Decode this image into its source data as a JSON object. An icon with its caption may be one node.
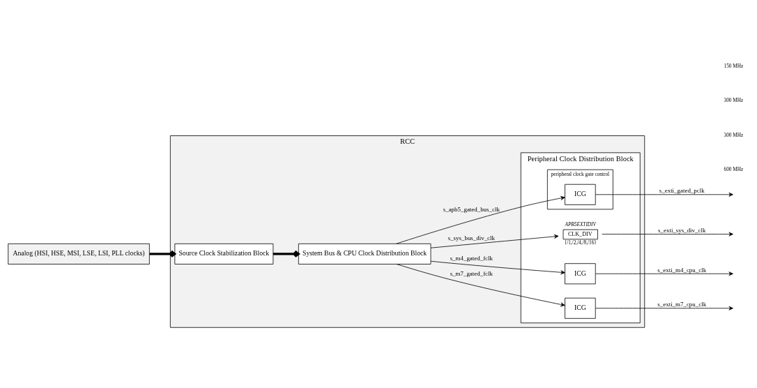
{
  "diagram": {
    "nodes": [
      {
        "text": [
          "RCC"
        ]
      },
      {
        "text": [
          "Peripheral Clock Distribution Block"
        ],
        "in": 0
      },
      {
        "text": [
          "Analog (HSI, HSE, MSI, LSE, LSI, PLL clocks)"
        ]
      },
      {
        "text": [
          "Source Clock Stabilization Block"
        ],
        "in": 0
      },
      {
        "text": [
          "System Bus & CPU Clock Distribution Block"
        ],
        "in": 0
      },
      {
        "text": [
          "ICG"
        ],
        "in": 1
      },
      {
        "text": [
          "ICG"
        ],
        "in": 1
      },
      {
        "text": [
          "CLK_DIV"
        ],
        "in": 1,
        "beside": [
          "APB5EXTIDIV",
          "{/1,/2,/4,/8,/16}"
        ]
      },
      {
        "text": [
          "peripheral clock gate control"
        ],
        "in": 1
      },
      {
        "text": [
          "ICG"
        ],
        "in": 8
      }
    ],
    "edges": [
      {
        "from": 2,
        "to": 3,
        "arrow": "to",
        "style": "thick"
      },
      {
        "from": 3,
        "to": 4,
        "arrow": "to",
        "style": "thick"
      },
      {
        "from": 4,
        "to": 5,
        "arrow": "to",
        "label": "s_m7_gated_fclk"
      },
      {
        "from": 4,
        "to": 6,
        "arrow": "to",
        "label": "s_m4_gated_fclk"
      },
      {
        "from": 4,
        "to": 7,
        "arrow": "to",
        "label": "s_sys_bus_div_clk"
      },
      {
        "from": 4,
        "to": 9,
        "arrow": "to",
        "label": "s_apb5_gated_bus_clk"
      },
      {
        "from": 5,
        "to": null,
        "arrow": "to",
        "label": "s_exti_m7_cpu_clk"
      },
      {
        "from": 6,
        "to": null,
        "arrow": "to",
        "label": "s_exti_m4_cpu_clk"
      },
      {
        "from": 7,
        "to": null,
        "arrow": "to",
        "label": "s_exti_sys_div_clk"
      },
      {
        "from": 9,
        "to": null,
        "arrow": "to",
        "label": "s_exti_gated_pclk"
      }
    ],
    "labels": [
      "600 MHz",
      "300 MHz",
      "300 MHz",
      "150 MHz"
    ]
  }
}
